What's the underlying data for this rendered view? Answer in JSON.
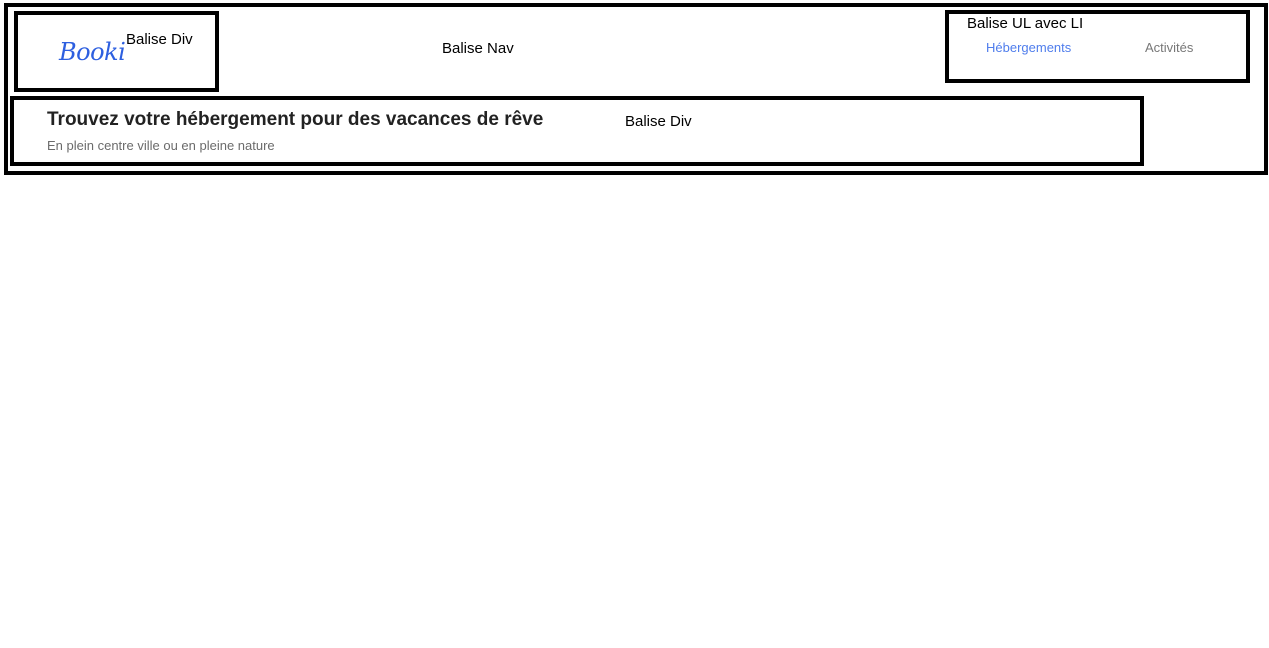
{
  "annotations": {
    "outer_nav": "Balise Nav",
    "logo_div": "Balise Div",
    "ul_li": "Balise UL avec LI",
    "hero_div": "Balise Div"
  },
  "logo": {
    "text": "Booki",
    "color": "#2d5fe0"
  },
  "nav": {
    "items": [
      {
        "label": "Hébergements",
        "color": "#4f7dec",
        "active": true
      },
      {
        "label": "Activités",
        "color": "#777777",
        "active": false
      }
    ]
  },
  "hero": {
    "title": "Trouvez votre hébergement pour des vacances de rêve",
    "subtitle": "En plein centre ville ou en pleine nature"
  },
  "colors": {
    "box_border": "#000000"
  }
}
